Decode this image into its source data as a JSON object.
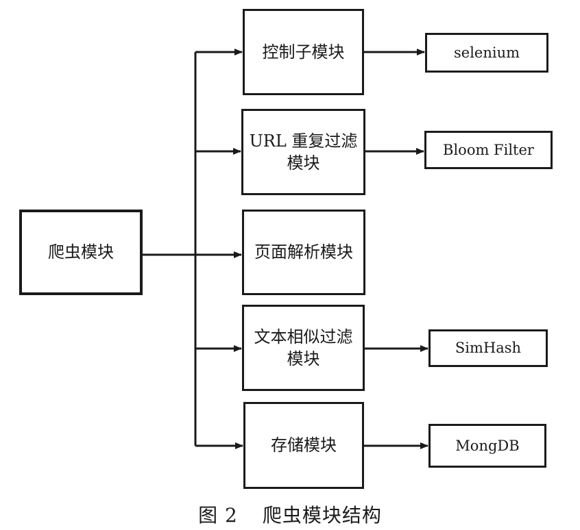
{
  "root": {
    "label": "爬虫模块"
  },
  "modules": [
    {
      "lines": [
        "控制子模块"
      ],
      "tech": "selenium"
    },
    {
      "lines": [
        "URL 重复过滤",
        "模块"
      ],
      "tech": "Bloom Filter"
    },
    {
      "lines": [
        "页面解析模块"
      ],
      "tech": null
    },
    {
      "lines": [
        "文本相似过滤",
        "模块"
      ],
      "tech": "SimHash"
    },
    {
      "lines": [
        "存储模块"
      ],
      "tech": "MongDB"
    }
  ],
  "caption": {
    "number": "图 2",
    "title": "爬虫模块结构"
  }
}
